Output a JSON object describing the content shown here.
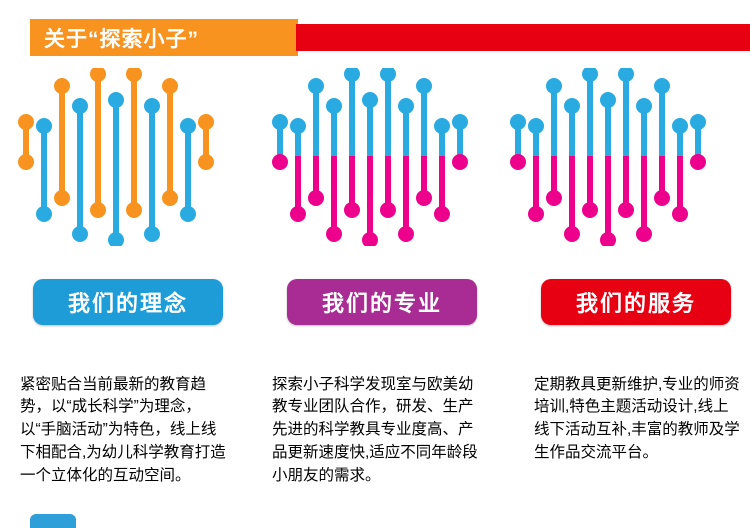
{
  "header": {
    "title": "关于“探索小子”",
    "tab_color": "#f7931e",
    "bar_color": "#e60012"
  },
  "columns": [
    {
      "button_label": "我们的理念",
      "button_color": "#1e9cd7",
      "paragraph": "紧密贴合当前最新的教育趋势，以“成长科学”为理念，以“手脑活动”为特色，线上线下相配合,为幼儿科学教育打造一个立体化的互动空间。"
    },
    {
      "button_label": "我们的专业",
      "button_color": "#a82c93",
      "paragraph": "探索小子科学发现室与欧美幼教专业团队合作，研发、生产先进的科学教具专业度高、产品更新速度快,适应不同年龄段小朋友的需求。"
    },
    {
      "button_label": "我们的服务",
      "button_color": "#e60012",
      "paragraph": "定期教具更新维护,专业的师资培训,特色主题活动设计,线上线下活动互补,丰富的教师及学生作品交流平台。"
    }
  ],
  "helices": [
    {
      "name": "dna-helix-orange-blue",
      "type": "solid-alt",
      "colors": [
        "#f7931e",
        "#29abe2"
      ]
    },
    {
      "name": "dna-helix-blue-pink",
      "type": "split",
      "colors": [
        "#29abe2",
        "#ec008c"
      ]
    },
    {
      "name": "dna-helix-blue-pink",
      "type": "split",
      "colors": [
        "#29abe2",
        "#ec008c"
      ]
    }
  ]
}
